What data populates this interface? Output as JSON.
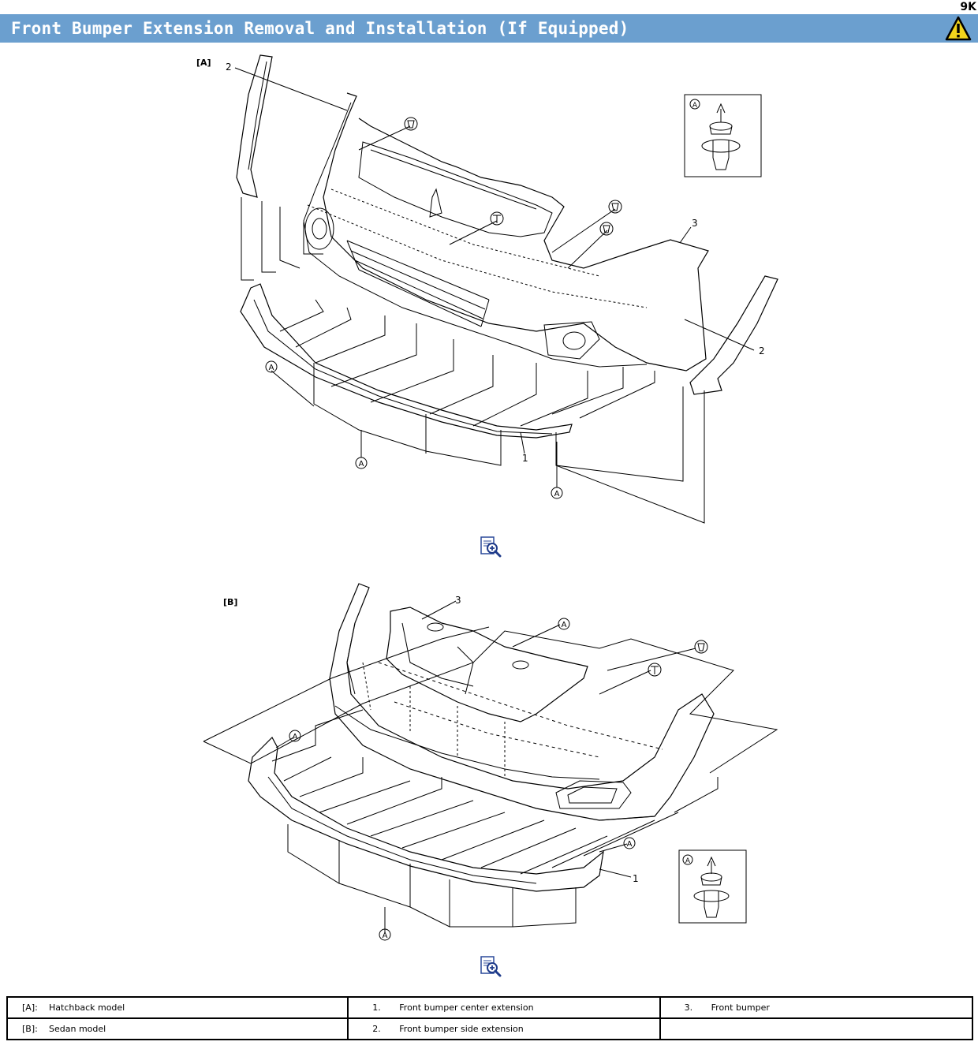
{
  "page": {
    "section_code": "9K",
    "title": "Front Bumper Extension Removal and Installation (If Equipped)"
  },
  "figure_a": {
    "label": "[A]",
    "callouts": [
      "2",
      "3",
      "2",
      "1"
    ],
    "clip_marker": "A"
  },
  "figure_b": {
    "label": "[B]",
    "callouts": [
      "3",
      "1"
    ],
    "clip_marker": "A"
  },
  "icons": {
    "warning": "warning-triangle-icon",
    "zoom": "zoom-in-document-icon"
  },
  "legend": {
    "rows": [
      [
        {
          "key": "[A]:",
          "text": "Hatchback model"
        },
        {
          "key": "1.",
          "text": "Front bumper center extension"
        },
        {
          "key": "3.",
          "text": "Front bumper"
        }
      ],
      [
        {
          "key": "[B]:",
          "text": "Sedan model"
        },
        {
          "key": "2.",
          "text": "Front bumper side extension"
        },
        {
          "key": "",
          "text": ""
        }
      ]
    ]
  },
  "colors": {
    "title_bar": "#6b9fcf",
    "title_text": "#ffffff",
    "warning_fill": "#f2d41c"
  }
}
